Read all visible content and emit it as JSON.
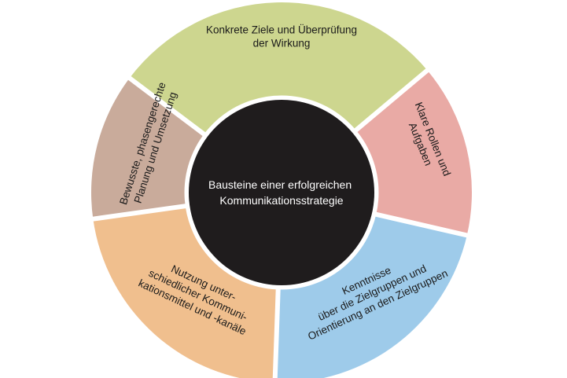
{
  "center": {
    "title_lines": [
      "Bausteine einer erfolgreichen",
      "Kommunikationsstrategie"
    ],
    "fill": "#1f1c1d"
  },
  "segments": [
    {
      "id": "ziele",
      "fill": "#cdd68f",
      "lines": [
        "Konkrete Ziele und Überprüfung",
        "der Wirkung"
      ]
    },
    {
      "id": "rollen",
      "fill": "#e9aaa5",
      "lines": [
        "Klare Rollen und",
        "Aufgaben"
      ]
    },
    {
      "id": "zielgruppen",
      "fill": "#9ecbea",
      "lines": [
        "Kenntnisse",
        "über die Zielgruppen und",
        "Orientierung an den Zielgruppen"
      ]
    },
    {
      "id": "kanaele",
      "fill": "#f0bf8e",
      "lines": [
        "Nutzung unter-",
        "schiedlicher Kommuni-",
        "kationsmittel und -kanäle"
      ]
    },
    {
      "id": "planung",
      "fill": "#c9ab9b",
      "lines": [
        "Bewusste, phasengerechte",
        "Planung und Umsetzung"
      ]
    }
  ],
  "colors": {
    "separator": "#ffffff",
    "text": "#1a1a1a",
    "center_text": "#ffffff"
  }
}
